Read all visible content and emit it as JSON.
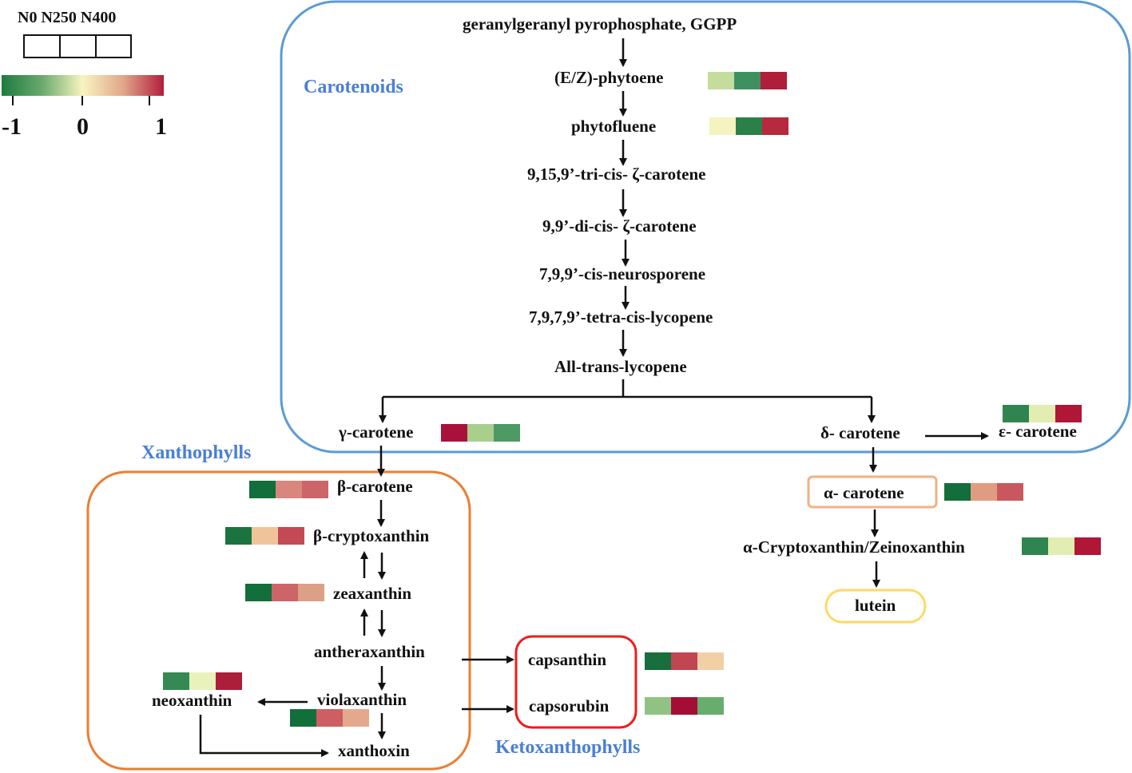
{
  "legend": {
    "header": "N0 N250 N400",
    "scale_min": "-1",
    "scale_mid": "0",
    "scale_max": "1",
    "gradient_colors": [
      "#1e7b3e",
      "#6aaa6e",
      "#f7f5c0",
      "#e0a78a",
      "#b01e3c"
    ]
  },
  "groups": {
    "carotenoids": {
      "label": "Carotenoids",
      "color": "#4a7fd4"
    },
    "xanthophylls": {
      "label": "Xanthophylls",
      "color": "#4a7fd4"
    },
    "ketoxanthophylls": {
      "label": "Ketoxanthophylls",
      "color": "#4a7fd4"
    }
  },
  "compounds": {
    "ggpp": "geranylgeranyl pyrophosphate,  GGPP",
    "phytoene": "(E/Z)-phytoene",
    "phytofluene": "phytofluene",
    "tri_cis_zeta": "9,15,9’-tri-cis- ζ-carotene",
    "di_cis_zeta": "9,9’-di-cis- ζ-carotene",
    "neurosporene": "7,9,9’-cis-neurosporene",
    "tetra_cis_lycopene": "7,9,7,9’-tetra-cis-lycopene",
    "all_trans_lycopene": "All-trans-lycopene",
    "gamma_carotene": "γ-carotene",
    "delta_carotene": "δ- carotene",
    "epsilon_carotene": "ε- carotene",
    "alpha_carotene": "α- carotene",
    "alpha_cryptoxanthin": "α-Cryptoxanthin/Zeinoxanthin",
    "lutein": "lutein",
    "beta_carotene": "β-carotene",
    "beta_cryptoxanthin": "β-cryptoxanthin",
    "zeaxanthin": "zeaxanthin",
    "antheraxanthin": "antheraxanthin",
    "violaxanthin": "violaxanthin",
    "neoxanthin": "neoxanthin",
    "xanthoxin": "xanthoxin",
    "capsanthin": "capsanthin",
    "capsorubin": "capsorubin"
  },
  "heatmaps": {
    "phytoene": [
      "#c4dc9c",
      "#3f9060",
      "#b01e3c"
    ],
    "phytofluene": [
      "#f5f3bf",
      "#2a8048",
      "#b8283e"
    ],
    "gamma_carotene": [
      "#a8123a",
      "#a9cf8c",
      "#4d9a64"
    ],
    "epsilon_carotene": [
      "#2f8450",
      "#e2edb2",
      "#b01636"
    ],
    "alpha_carotene": [
      "#126e3a",
      "#e09c80",
      "#c8585e"
    ],
    "alpha_cryptoxanthin": [
      "#2f8450",
      "#e2edb2",
      "#b01636"
    ],
    "beta_carotene": [
      "#126e3a",
      "#d9877c",
      "#cc6468"
    ],
    "beta_cryptoxanthin": [
      "#1b7440",
      "#f0c49a",
      "#c34a55"
    ],
    "zeaxanthin": [
      "#126e3a",
      "#cc6468",
      "#dd9f86"
    ],
    "neoxanthin": [
      "#348a52",
      "#eaf2bc",
      "#ac1f3a"
    ],
    "violaxanthin": [
      "#126e3a",
      "#cc5e64",
      "#e4a98c"
    ],
    "capsanthin": [
      "#186e3c",
      "#c04652",
      "#f2d0a6"
    ],
    "capsorubin": [
      "#90c383",
      "#a40e36",
      "#69ad6e"
    ]
  }
}
